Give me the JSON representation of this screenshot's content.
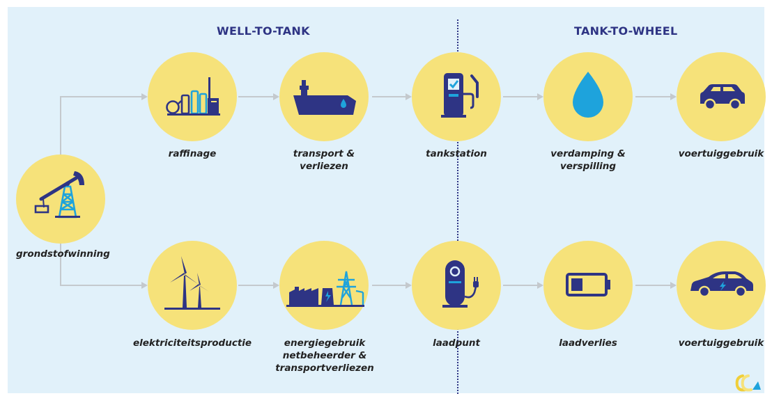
{
  "headings": {
    "left": "WELL-TO-TANK",
    "right": "TANK-TO-WHEEL"
  },
  "nodes": {
    "source": {
      "label": "grondstofwinning",
      "icon": "oil-pump-icon"
    },
    "top": [
      {
        "label": "raffinage",
        "icon": "refinery-icon"
      },
      {
        "label_lines": [
          "transport &",
          "verliezen"
        ],
        "icon": "tanker-ship-icon"
      },
      {
        "label": "tankstation",
        "icon": "fuel-pump-icon"
      },
      {
        "label_lines": [
          "verdamping &",
          "verspilling"
        ],
        "icon": "water-drop-icon"
      },
      {
        "label": "voertuiggebruik",
        "icon": "car-icon"
      }
    ],
    "bottom": [
      {
        "label": "elektriciteitsproductie",
        "icon": "wind-turbine-icon"
      },
      {
        "label_lines": [
          "energiegebruik",
          "netbeheerder &",
          "transportverliezen"
        ],
        "icon": "power-grid-icon"
      },
      {
        "label": "laadpunt",
        "icon": "charging-station-icon"
      },
      {
        "label": "laadverlies",
        "icon": "battery-icon"
      },
      {
        "label": "voertuiggebruik",
        "icon": "electric-car-icon"
      }
    ]
  },
  "colors": {
    "background": "#e1f1fa",
    "circle": "#f6e27a",
    "icon_navy": "#2e3484",
    "icon_blue": "#1ea3dc",
    "arrow": "#c4c9cd",
    "label": "#222222"
  },
  "logo": {
    "icon": "brand-logo-icon"
  }
}
